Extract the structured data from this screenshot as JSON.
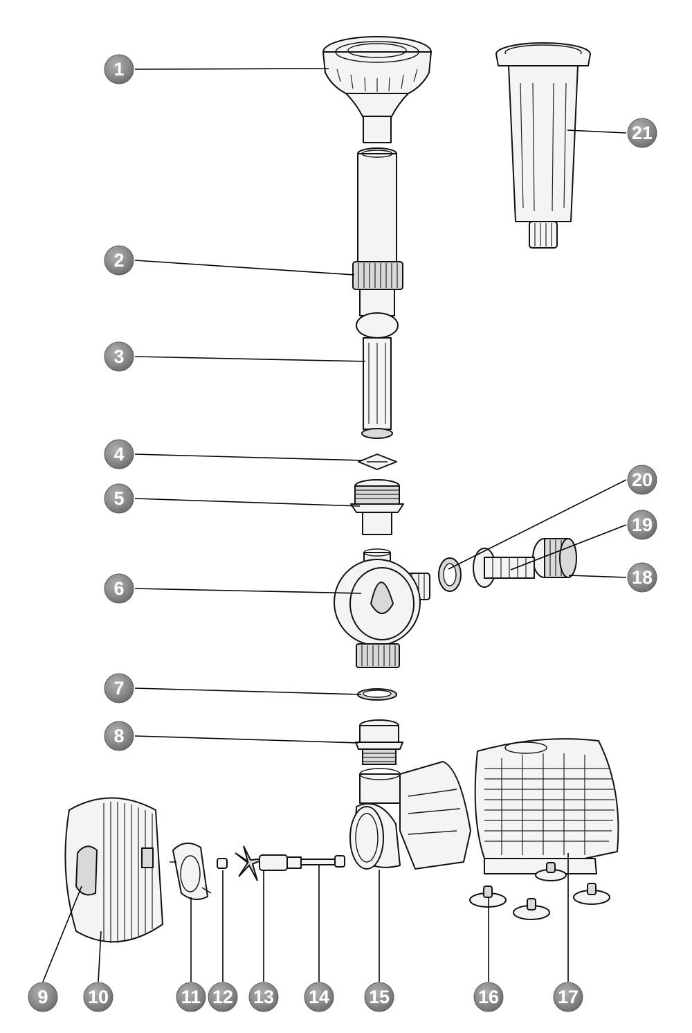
{
  "callouts": [
    {
      "id": "1",
      "label": "1"
    },
    {
      "id": "2",
      "label": "2"
    },
    {
      "id": "3",
      "label": "3"
    },
    {
      "id": "4",
      "label": "4"
    },
    {
      "id": "5",
      "label": "5"
    },
    {
      "id": "6",
      "label": "6"
    },
    {
      "id": "7",
      "label": "7"
    },
    {
      "id": "8",
      "label": "8"
    },
    {
      "id": "9",
      "label": "9"
    },
    {
      "id": "10",
      "label": "10"
    },
    {
      "id": "11",
      "label": "11"
    },
    {
      "id": "12",
      "label": "12"
    },
    {
      "id": "13",
      "label": "13"
    },
    {
      "id": "14",
      "label": "14"
    },
    {
      "id": "15",
      "label": "15"
    },
    {
      "id": "16",
      "label": "16"
    },
    {
      "id": "17",
      "label": "17"
    },
    {
      "id": "18",
      "label": "18"
    },
    {
      "id": "19",
      "label": "19"
    },
    {
      "id": "20",
      "label": "20"
    },
    {
      "id": "21",
      "label": "21"
    }
  ],
  "colors": {
    "badge_fill": "#8a8a8a",
    "badge_text": "#ffffff",
    "line": "#000000",
    "background": "#ffffff"
  }
}
